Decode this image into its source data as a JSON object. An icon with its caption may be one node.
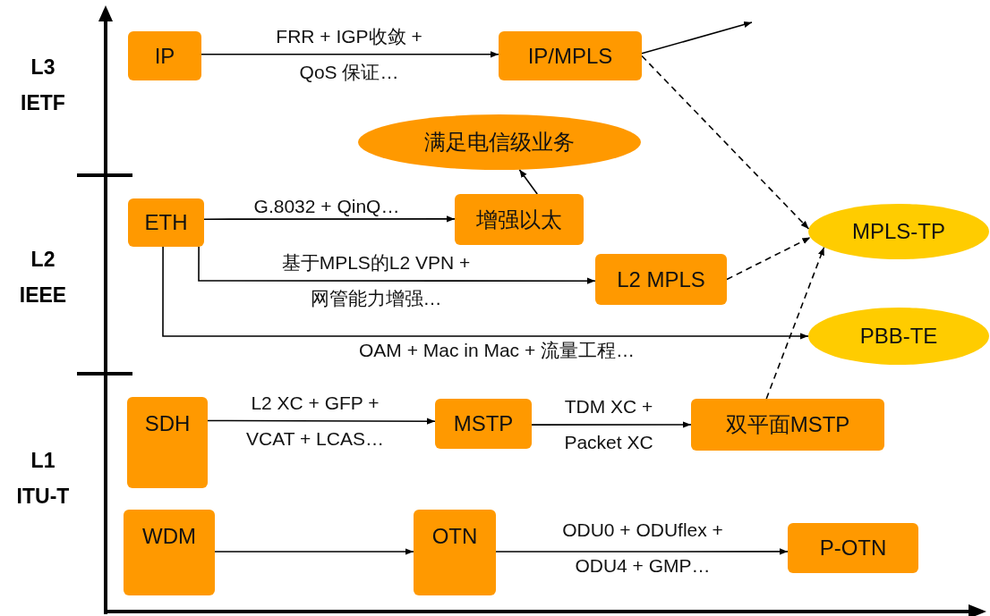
{
  "diagram": {
    "nodes": [
      {
        "text": [
          "IP"
        ]
      },
      {
        "text": [
          "IP/MPLS"
        ]
      },
      {
        "text": [
          "满足电信级业务"
        ]
      },
      {
        "text": [
          "ETH"
        ]
      },
      {
        "text": [
          "增强以太"
        ]
      },
      {
        "text": [
          "MPLS-TP"
        ]
      },
      {
        "text": [
          "L2 MPLS"
        ]
      },
      {
        "text": [
          "PBB-TE"
        ]
      },
      {
        "text": [
          "SDH"
        ]
      },
      {
        "text": [
          "MSTP"
        ]
      },
      {
        "text": [
          "双平面MSTP"
        ]
      },
      {
        "text": [
          "WDM"
        ]
      },
      {
        "text": [
          "OTN"
        ]
      },
      {
        "text": [
          "P-OTN"
        ]
      }
    ],
    "edges": [
      {
        "from": 0,
        "to": 1,
        "arrow": "to",
        "label": "FRR + IGP收敛 + QoS 保证…"
      },
      {
        "from": 1,
        "to": null,
        "arrow": "to"
      },
      {
        "from": 1,
        "to": 5,
        "arrow": "to",
        "style": "dashed"
      },
      {
        "from": 4,
        "to": 2,
        "arrow": "to"
      },
      {
        "from": 3,
        "to": 4,
        "arrow": "to",
        "label": "G.8032 + QinQ…"
      },
      {
        "from": 3,
        "to": 6,
        "arrow": "to",
        "label": "基于MPLS的L2 VPN + 网管能力增强…"
      },
      {
        "from": 6,
        "to": 5,
        "arrow": "to",
        "style": "dashed"
      },
      {
        "from": 3,
        "to": 7,
        "arrow": "to",
        "label": "OAM + Mac in Mac + 流量工程…"
      },
      {
        "from": 10,
        "to": 5,
        "arrow": "to",
        "style": "dashed"
      },
      {
        "from": 8,
        "to": 9,
        "arrow": "to",
        "label": "L2 XC + GFP + VCAT + LCAS…"
      },
      {
        "from": 9,
        "to": 10,
        "arrow": "to",
        "label": "TDM XC + Packet XC"
      },
      {
        "from": 11,
        "to": 12,
        "arrow": "to"
      },
      {
        "from": 12,
        "to": 13,
        "arrow": "to",
        "label": "ODU0 + ODUflex + ODU4 + GMP…"
      }
    ],
    "labels": [
      "L3 IETF",
      "L2 IEEE",
      "L1 ITU-T"
    ]
  }
}
